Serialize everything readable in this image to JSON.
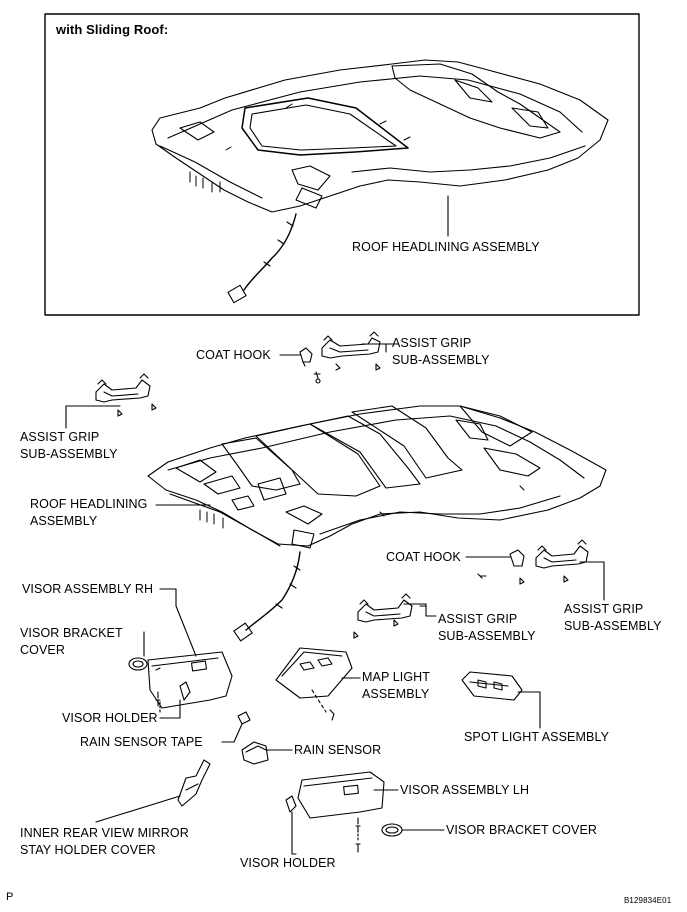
{
  "header": {
    "variant": "with Sliding Roof:"
  },
  "labels": {
    "roof_headlining_top": "ROOF HEADLINING ASSEMBLY",
    "coat_hook_1": "COAT HOOK",
    "assist_grip_1": [
      "ASSIST GRIP",
      "SUB-ASSEMBLY"
    ],
    "assist_grip_2": [
      "ASSIST GRIP",
      "SUB-ASSEMBLY"
    ],
    "roof_headlining_main": [
      "ROOF HEADLINING",
      "ASSEMBLY"
    ],
    "coat_hook_2": "COAT HOOK",
    "assist_grip_3": [
      "ASSIST GRIP",
      "SUB-ASSEMBLY"
    ],
    "assist_grip_4": [
      "ASSIST GRIP",
      "SUB-ASSEMBLY"
    ],
    "visor_assembly_rh": "VISOR ASSEMBLY RH",
    "visor_bracket_cover_1": [
      "VISOR BRACKET",
      "COVER"
    ],
    "map_light": [
      "MAP LIGHT",
      "ASSEMBLY"
    ],
    "visor_holder_1": "VISOR HOLDER",
    "spot_light": "SPOT LIGHT ASSEMBLY",
    "rain_sensor_tape": "RAIN SENSOR TAPE",
    "rain_sensor": "RAIN SENSOR",
    "visor_assembly_lh": "VISOR ASSEMBLY LH",
    "visor_bracket_cover_2": "VISOR BRACKET COVER",
    "inner_mirror_cover": [
      "INNER REAR VIEW MIRROR",
      "STAY HOLDER COVER"
    ],
    "visor_holder_2": "VISOR HOLDER"
  },
  "footer": {
    "left_mark": "P",
    "figure_code": "B129834E01"
  },
  "colors": {
    "line": "#000000",
    "background": "#ffffff"
  }
}
